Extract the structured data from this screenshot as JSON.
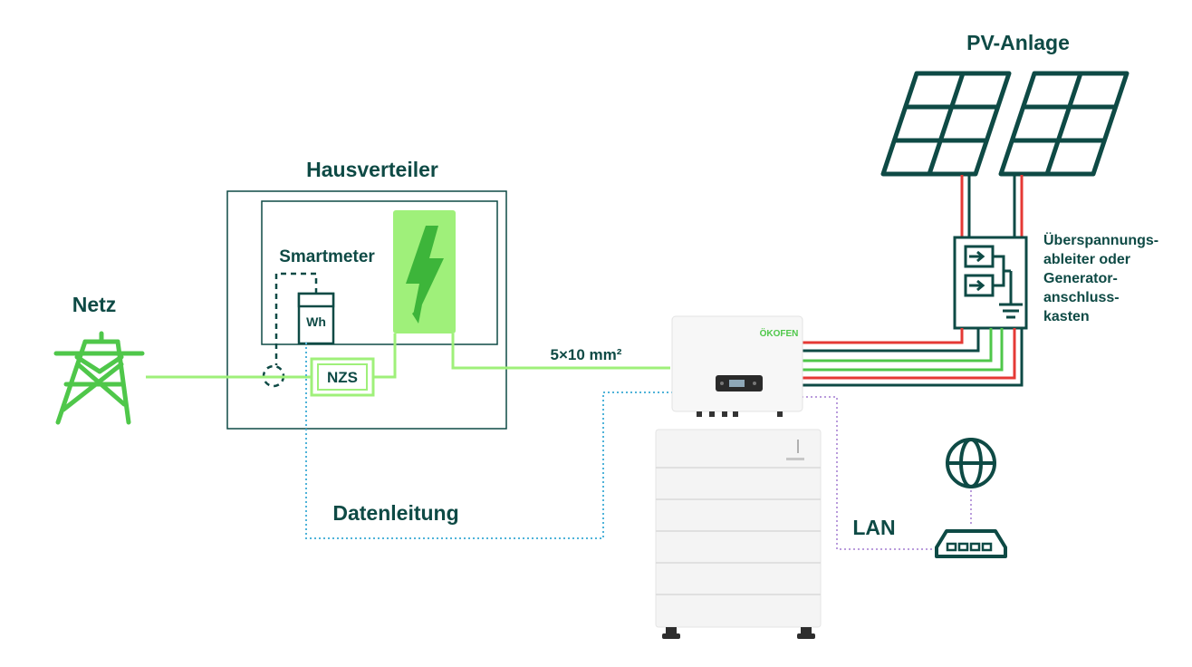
{
  "labels": {
    "pv": "PV-Anlage",
    "hausverteiler": "Hausverteiler",
    "smartmeter": "Smartmeter",
    "netz": "Netz",
    "wh": "Wh",
    "nzs": "NZS",
    "cable": "5×10 mm²",
    "datenleitung": "Datenleitung",
    "lan": "LAN",
    "brand": "ÖKOFEN",
    "surge": [
      "Überspannungs-",
      "ableiter oder",
      "Generator-",
      "anschluss-",
      "kasten"
    ]
  },
  "colors": {
    "dark": "#0e4a45",
    "green": "#4fc74a",
    "light_green": "#9ff07a",
    "red": "#e53935",
    "data_line": "#4fb3d9",
    "lan_line": "#a47bd0"
  },
  "icons": [
    "power-tower-icon",
    "solar-panel-icon",
    "lightning-bolt-icon",
    "globe-icon",
    "router-icon",
    "ground-icon"
  ]
}
